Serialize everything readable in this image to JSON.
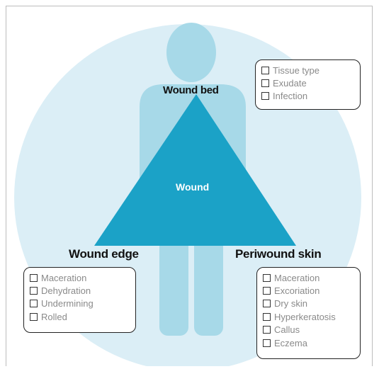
{
  "colors": {
    "background_circle": "#dbeef6",
    "figure": "#a7d9e8",
    "triangle": "#1ba2c7",
    "checkbox_text": "#8a8a8a",
    "label_text": "#111111"
  },
  "labels": {
    "wound_bed": "Wound bed",
    "wound": "Wound",
    "wound_edge": "Wound edge",
    "periwound_skin": "Periwound skin"
  },
  "checklists": {
    "wound_bed": [
      "Tissue type",
      "Exudate",
      "Infection"
    ],
    "wound_edge": [
      "Maceration",
      "Dehydration",
      "Undermining",
      "Rolled"
    ],
    "periwound_skin": [
      "Maceration",
      "Excoriation",
      "Dry skin",
      "Hyperkeratosis",
      "Callus",
      "Eczema"
    ]
  }
}
